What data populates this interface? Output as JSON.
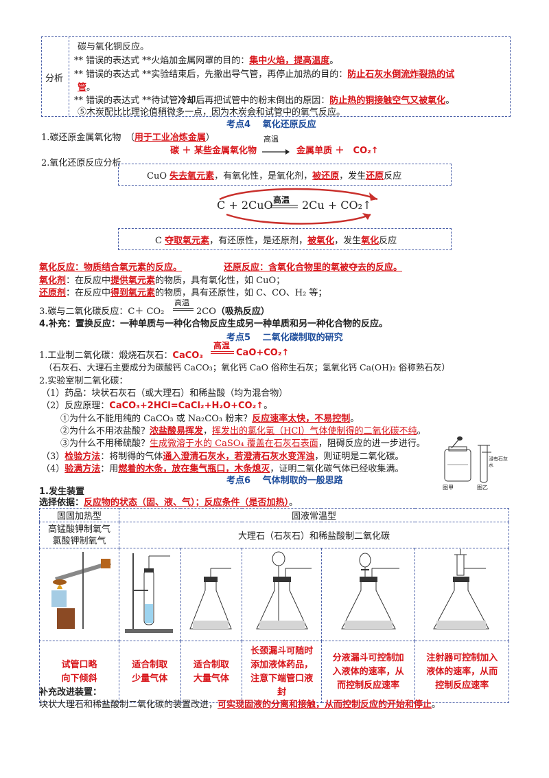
{
  "analysis": {
    "label": "分析",
    "line1": "碳与氧化铜反应。",
    "line2_prefix": "**  错误的表达式  **火焰加金属网罩的目的：",
    "line2_answer": "集中火焰，提高温度",
    "line2_end": "。",
    "line3_prefix": "**  错误的表达式  **实验结束后，先撤出导气管，再停止加热的目的：",
    "line3_answer_a": "防止石灰水倒流炸裂热的试",
    "line3_answer_b": "管",
    "line3_end": "。",
    "line4_prefix": "**  错误的表达式  **待试管",
    "line4_bold": "冷却",
    "line4_mid": "后再把试管中的粉末倒出的原因：",
    "line4_answer": "防止热的铜接触空气又被氧化",
    "line4_end": "。",
    "line5": "⑤木炭配比比理论值稍微多一点，因为木炭会和试管中的氧气反应。"
  },
  "kd4": {
    "title": "考点4　 氧化还原反应",
    "p1_label": "1.碳还原金属氧化物　（",
    "p1_answer": "用于工业冶炼金属",
    "p1_end": "）",
    "eq1_left": "碳 ＋ 某些金属氧化物",
    "eq1_cond": "高温",
    "eq1_right": "金属单质 ＋　CO₂↑",
    "p2_label": "2.氧化还原反应分析",
    "box1_pre": "CuO ",
    "box1_a": "失去氧元素",
    "box1_mid": "，有氧化性，是氧化剂，",
    "box1_b": "被还原",
    "box1_mid2": "，发生",
    "box1_c": "还原",
    "box1_end": "反应",
    "eq2_left": "C + 2CuO",
    "eq2_cond": "高温",
    "eq2_right": "2Cu + CO₂↑",
    "box2_pre": "C ",
    "box2_a": "夺取氧元素",
    "box2_mid": "，有还原性，是还原剂，",
    "box2_b": "被氧化",
    "box2_mid2": "，发生",
    "box2_c": "氧化",
    "box2_end": "反应",
    "def1": "氧化反应：物质结合氧元素的反应。",
    "def2": "还原反应：含氧化合物里的氧被夺去的反应。",
    "oxid_label": "氧化剂",
    "oxid_pre": "：在反应中",
    "oxid_ans": "提供氧元素",
    "oxid_end": "的物质，具有氧化性，如 CuO；",
    "red_label": "还原剂",
    "red_pre": "：在反应中",
    "red_ans": "得到氧元素",
    "red_end": "的物质，具有还原性，如 C、CO、H₂ 等；",
    "p3_label": "3.碳与二氧化碳反应：C＋ CO₂",
    "p3_cond": "高温",
    "p3_right": "2CO",
    "p3_bold": "（吸热反应）",
    "p4": "4.补充：置换反应：一种单质与一种化合物反应生成另一种单质和另一种化合物的反应。"
  },
  "kd5": {
    "title": "考点5　 二氧化碳制取的研究",
    "p1_label": "1.工业制二氧化碳：煅烧石灰石：",
    "p1_left": "CaCO₃",
    "p1_cond": "高温",
    "p1_right": "CaO+CO₂↑",
    "p1_note": "（石灰石、大理石主要成分为碳酸钙 CaCO₃；氧化钙 CaO 俗称生石灰；氢氧化钙 Ca(OH)₂ 俗称熟石灰）",
    "p2_label": "2.实验室制二氧化碳：",
    "s1": "（1）药品：块状石灰石（或大理石）和稀盐酸（均为混合物）",
    "s2_label": "（2）反应原理：",
    "s2_eq": "CaCO₃+2HCl=CaCl₂+H₂O+CO₂↑",
    "s2_end": "。",
    "q1_pre": "①为什么不能用纯的 CaCO₃ 或 Na₂CO₃ 粉末？",
    "q1_ans": "反应速率太快",
    "q1_ans2": "，不易控制",
    "q1_end": "。",
    "q2_pre": "②为什么不用浓盐酸？",
    "q2_ans": "浓盐酸易挥发",
    "q2_mid": "，",
    "q2_ans2": "挥发出的氯化氢（HCl）气体使制得的二氧化碳不纯",
    "q2_end": "。",
    "q3_pre": "③为什么不用稀硫酸？",
    "q3_ans": "生成微溶于水的 CaSO₄ 覆盖在石灰石表面",
    "q3_end": "，阻碍反应的进一步进行。",
    "s3_label": "（3）",
    "s3_bold": "检验方法",
    "s3_pre": "：将制得的气体",
    "s3_ans": "通入澄清石灰水，若澄清石灰水变浑浊",
    "s3_end": "，则证明是二氧化碳。",
    "s4_label": "（4）",
    "s4_bold": "验满方法",
    "s4_pre": "：用",
    "s4_ans": "燃着的木条，放在集气瓶口，木条熄灭",
    "s4_end": "，证明二氧化碳气体已经收集满。",
    "fig_a": "图甲",
    "fig_b": "图乙",
    "fig_label": "浸有石灰水"
  },
  "kd6": {
    "title": "考点6　 气体制取的一般思路",
    "p1": "1.发生装置",
    "basis_label": "选择依据：",
    "basis_ans": "反应物的状态（固、液、气）；反应条件（是否加热）",
    "basis_end": "。",
    "table": {
      "h1": "固固加热型",
      "h2": "固液常温型",
      "r1c1a": "高锰酸钾制氧气",
      "r1c1b": "氯酸钾制氧气",
      "r1c2": "大理石（石灰石）和稀盐酸制二氧化碳",
      "captions": [
        [
          "试管口略",
          "向下倾斜"
        ],
        [
          "适合制取",
          "少量气体"
        ],
        [
          "适合制取",
          "大量气体"
        ],
        [
          "长颈漏斗可随时",
          "添加液体药品，",
          "注意下端管口液",
          "封"
        ],
        [
          "分液漏斗可控制加",
          "入液体的速率，从",
          "而控制反应速率"
        ],
        [
          "注射器可控制加入",
          "液体的速率，从而",
          "控制反应速率"
        ]
      ]
    },
    "improve_label": "补充改进装置：",
    "improve_pre": "块状大理石和稀盐酸制二氧化碳的装置改进，",
    "improve_ans": "可实现固液的分离和接触，从而控制反应的开始和停止",
    "improve_end": "。"
  }
}
